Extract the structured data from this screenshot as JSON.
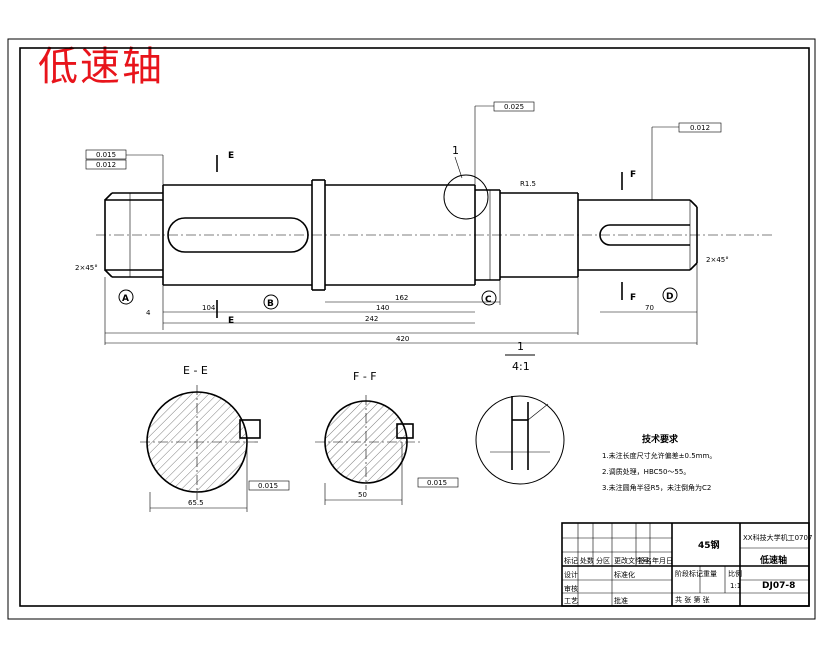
{
  "title": "低速轴",
  "section_labels": {
    "e": "E - E",
    "f": "F - F",
    "detail_num": "1",
    "detail_scale": "4:1"
  },
  "view_markers": {
    "a": "A",
    "b": "B",
    "c": "C",
    "d": "D",
    "cut_e": "E",
    "cut_f": "F",
    "detail_ref": "1"
  },
  "dims": {
    "d_104": "104",
    "d_162": "162",
    "d_140": "140",
    "d_242": "242",
    "d_420": "420",
    "d_4": "4",
    "d_70": "70",
    "d_65_5": "65.5",
    "d_50": "50",
    "chamfer": "2×45°",
    "fillet": "R1.5"
  },
  "geom_tols": {
    "t1": "0.015",
    "t2": "0.012",
    "t3": "0.025",
    "t4": "0.012",
    "t5": "0.015",
    "t6": "0.015"
  },
  "tech_notes": {
    "heading": "技术要求",
    "items": [
      "1.未注长度尺寸允许偏差±0.5mm。",
      "2.调质处理，HBC50～55。",
      "3.未注圆角半径R5，未注倒角为C2"
    ]
  },
  "title_block": {
    "material": "45钢",
    "school": "XX科技大学机工0707",
    "part_name": "低速轴",
    "drawing_no": "DJ07-8",
    "scale": "1:1",
    "row_labels": [
      "标记",
      "处数",
      "分区",
      "更改文件号",
      "签名",
      "年月日"
    ],
    "designer": "设计",
    "standardize": "标准化",
    "review": "审核",
    "craft": "工艺",
    "approve": "批准",
    "stage_mark": "阶段标记",
    "weight": "重量",
    "scale_label": "比例",
    "sheets": "共  张  第  张"
  }
}
